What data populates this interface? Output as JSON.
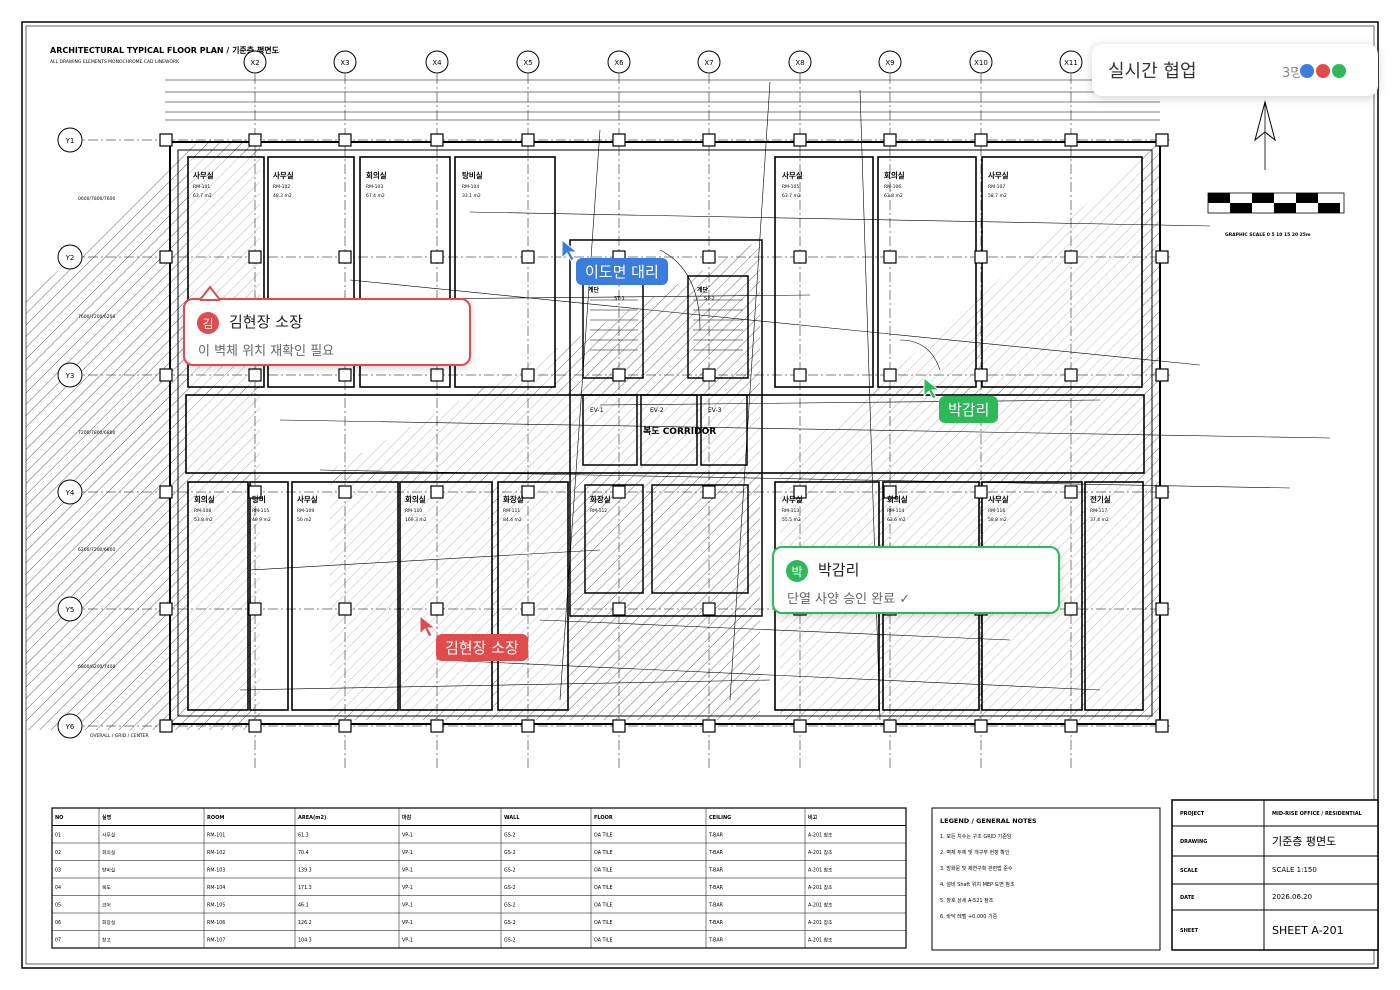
{
  "drawing": {
    "title": "ARCHITECTURAL TYPICAL FLOOR PLAN / 기준층 평면도",
    "subtitle": "ALL DRAWING ELEMENTS MONOCHROME CAD LINEWORK",
    "grid_columns": [
      "X2",
      "X3",
      "X4",
      "X5",
      "X6",
      "X7",
      "X8",
      "X9",
      "X10",
      "X11"
    ],
    "grid_rows": [
      "Y1",
      "Y2",
      "Y3",
      "Y4",
      "Y5",
      "Y6"
    ],
    "rooms_top": [
      {
        "name": "사무실",
        "code": "RM-101",
        "area": "63.7 m2"
      },
      {
        "name": "사무실",
        "code": "RM-102",
        "area": "48.3 m2"
      },
      {
        "name": "회의실",
        "code": "RM-103",
        "area": "67.4 m2"
      },
      {
        "name": "탕비실",
        "code": "RM-104",
        "area": "33.1 m2"
      },
      {
        "name": "사무실",
        "code": "RM-105",
        "area": "63.7 m2"
      },
      {
        "name": "회의실",
        "code": "RM-106",
        "area": "63.8 m2"
      },
      {
        "name": "사무실",
        "code": "RM-107",
        "area": "58.7 m2"
      }
    ],
    "rooms_bottom": [
      {
        "name": "회의실",
        "code": "RM-108",
        "area": "53.8 m2"
      },
      {
        "name": "탕비",
        "code": "RM-115",
        "area": "49.9 m2"
      },
      {
        "name": "사무실",
        "code": "RM-109",
        "area": "50 m2"
      },
      {
        "name": "회의실",
        "code": "RM-110",
        "area": "169.3 m2"
      },
      {
        "name": "화장실",
        "code": "RM-111",
        "area": "84.4 m2"
      },
      {
        "name": "화장실",
        "code": "RM-112",
        "area": ""
      },
      {
        "name": "사무실",
        "code": "RM-113",
        "area": "55.5 m2"
      },
      {
        "name": "회의실",
        "code": "RM-114",
        "area": "63.6 m2"
      },
      {
        "name": "사무실",
        "code": "RM-116",
        "area": "58.8 m2"
      },
      {
        "name": "전기실",
        "code": "RM-117",
        "area": "37.4 m2"
      }
    ],
    "corridor_label": "복도 CORRIDOR",
    "elevators": [
      "EV-1",
      "EV-2",
      "EV-3"
    ],
    "stairs": [
      {
        "name": "계단",
        "code": "ST-1"
      },
      {
        "name": "계단",
        "code": "ST-2"
      }
    ],
    "graphic_scale": "GRAPHIC SCALE 0 5 10 15 20 25m",
    "overall_note": "OVERALL / GRID / CENTER"
  },
  "schedule": {
    "headers": [
      "NO",
      "실명",
      "ROOM",
      "AREA(m2)",
      "마감",
      "WALL",
      "FLOOR",
      "CEILING",
      "비고"
    ],
    "rows": [
      [
        "01",
        "사무실",
        "RM-101",
        "61.3",
        "VP-1",
        "GS-2",
        "OA TILE",
        "T-BAR",
        "A-201 참조"
      ],
      [
        "02",
        "회의실",
        "RM-102",
        "70.4",
        "VP-1",
        "GS-2",
        "OA TILE",
        "T-BAR",
        "A-201 참조"
      ],
      [
        "03",
        "탕비실",
        "RM-103",
        "139.3",
        "VP-1",
        "GS-2",
        "OA TILE",
        "T-BAR",
        "A-201 참조"
      ],
      [
        "04",
        "복도",
        "RM-104",
        "171.3",
        "VP-1",
        "GS-2",
        "OA TILE",
        "T-BAR",
        "A-201 참조"
      ],
      [
        "05",
        "코어",
        "RM-105",
        "46.1",
        "VP-1",
        "GS-2",
        "OA TILE",
        "T-BAR",
        "A-201 참조"
      ],
      [
        "06",
        "화장실",
        "RM-106",
        "126.2",
        "VP-1",
        "GS-2",
        "OA TILE",
        "T-BAR",
        "A-201 참조"
      ],
      [
        "07",
        "창고",
        "RM-107",
        "104.3",
        "VP-1",
        "GS-2",
        "OA TILE",
        "T-BAR",
        "A-201 참조"
      ]
    ]
  },
  "legend": {
    "title": "LEGEND / GENERAL NOTES",
    "notes": [
      "1. 모든 치수는 구조 GRID 기준임",
      "2. 벽체 두께 및 개구부 현장 확인",
      "3. 방화문 및 제연구획 관련법 준수",
      "4. 설비 Shaft 위치 MEP 도면 참조",
      "5. 창호 상세 A-521 참조",
      "6. 바닥 레벨 +0.000 기준"
    ]
  },
  "title_block": {
    "rows": [
      {
        "label": "PROJECT",
        "value": "MID-RISE OFFICE / RESIDENTIAL"
      },
      {
        "label": "DRAWING",
        "value": "기준층 평면도"
      },
      {
        "label": "SCALE",
        "value": "SCALE 1:150"
      },
      {
        "label": "DATE",
        "value": "2026.06.20"
      },
      {
        "label": "SHEET",
        "value": "SHEET A-201"
      }
    ]
  },
  "collab": {
    "title": "실시간 협업",
    "count": "3명",
    "users": [
      {
        "initial": "",
        "color": "#3b7ddd"
      },
      {
        "initial": "",
        "color": "#e04b4b"
      },
      {
        "initial": "",
        "color": "#2fb85a"
      }
    ]
  },
  "comments": [
    {
      "initial": "김",
      "name": "김현장 소장",
      "text": "이 벽체 위치 재확인 필요",
      "color": "#e04b4b"
    },
    {
      "initial": "박",
      "name": "박감리",
      "text": "단열 사양 승인 완료 ✓",
      "color": "#2fb85a"
    }
  ],
  "cursors": [
    {
      "name": "이도면 대리",
      "color": "#3b7ddd"
    },
    {
      "name": "박감리",
      "color": "#2fb85a"
    },
    {
      "name": "김현장 소장",
      "color": "#e04b4b"
    }
  ]
}
